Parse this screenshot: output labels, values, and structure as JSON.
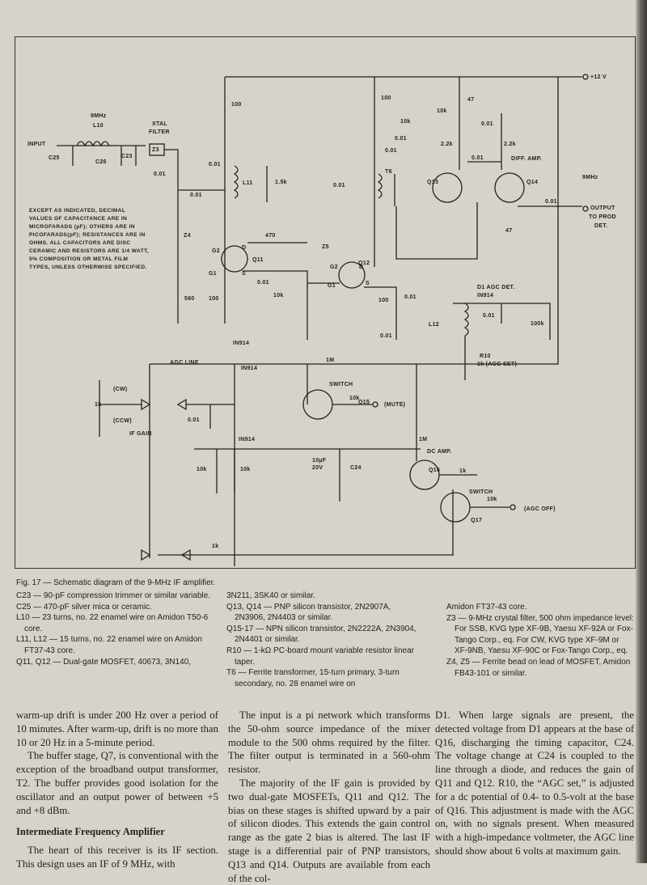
{
  "schematic": {
    "note": "EXCEPT AS INDICATED, DECIMAL VALUES OF CAPACITANCE ARE IN MICROFARADS (µF); OTHERS ARE IN PICOFARADS(pF); RESISTANCES ARE IN OHMS. ALL CAPACITORS ARE DISC CERAMIC AND RESISTORS ARE 1/4 WATT, 5% COMPOSITION OR METAL FILM TYPES, UNLESS OTHERWISE SPECIFIED.",
    "labels": [
      "+12 V",
      "9MHz",
      "L10",
      "XTAL",
      "FILTER",
      "INPUT",
      "C25",
      "C26",
      "C23",
      "Z3",
      "0.01",
      "100",
      "0.01",
      "L11",
      "1.5k",
      "0.01",
      "Z4",
      "G2",
      "G1",
      "Q11",
      "D",
      "S",
      "560",
      "100",
      "0.01",
      "IN914",
      "470",
      "10k",
      "100",
      "0.01",
      "10k",
      "10k",
      "47",
      "0.01",
      "0.01",
      "2.2k",
      "2.2k",
      "0.01",
      "DIFF. AMP.",
      "T6",
      "Q13",
      "Q14",
      "9MHz",
      "0.01",
      "OUTPUT",
      "TO PROD",
      "DET.",
      "47",
      "0.01",
      "Z5",
      "G2",
      "Q12",
      "D",
      "G1",
      "S",
      "100",
      "0.01",
      "0.01",
      "D1 AGC DET.",
      "IN914",
      "0.01",
      "100k",
      "L12",
      "R10",
      "1k (AGC SET)",
      "AGC LINE",
      "1M",
      "IN914",
      "SWITCH",
      "Q15",
      "10k",
      "(MUTE)",
      "(CW)",
      "1k",
      "(CCW)",
      "IF GAIN",
      "0.01",
      "IN914",
      "1M",
      "DC AMP.",
      "10µF",
      "20V",
      "C24",
      "10k",
      "10k",
      "Q16",
      "1k",
      "SWITCH",
      "Q17",
      "10k",
      "(AGC OFF)",
      "1k"
    ]
  },
  "caption": "Fig. 17 — Schematic diagram of the 9-MHz IF amplifier.",
  "parts": [
    [
      "C23 — 90-pF compression trimmer or similar variable.",
      "C25 — 470-pF silver mica or ceramic.",
      "L10 — 23 turns, no. 22 enamel wire on Amidon T50-6 core.",
      "L11, L12 — 15 turns, no. 22 enamel wire on Amidon FT37-43 core.",
      "Q11, Q12 — Dual-gate MOSFET, 40673, 3N140,"
    ],
    [
      "3N211, 3SK40 or similar.",
      "Q13, Q14 — PNP silicon transistor, 2N2907A, 2N3906, 2N4403 or similar.",
      "Q15-17 — NPN silicon transistor, 2N2222A, 2N3904, 2N4401 or similar.",
      "R10 — 1-kΩ PC-board mount variable resistor linear taper.",
      "T6 — Ferrite transformer, 15-turn primary, 3-turn secondary, no. 28 enamel wire on"
    ],
    [
      "Amidon FT37-43 core.",
      "Z3 — 9-MHz crystal filter, 500 ohm impedance level: For SSB, KVG type XF-9B, Yaesu XF-92A or Fox-Tango Corp., eq. For CW, KVG type XF-9M or XF-9NB, Yaesu XF-90C or Fox-Tango Corp., eq.",
      "Z4, Z5 — Ferrite bead on lead of MOSFET, Amidon FB43-101 or similar."
    ]
  ],
  "body": {
    "col1": {
      "p1": "warm-up drift is under 200 Hz over a period of 10 minutes. After warm-up, drift is no more than 10 or 20 Hz in a 5-minute period.",
      "p2": "The buffer stage, Q7, is conventional with the exception of the broadband output transformer, T2. The buffer provides good isolation for the oscillator and an output power of between +5 and +8 dBm.",
      "heading": "Intermediate Frequency Amplifier",
      "p3": "The heart of this receiver is its IF section. This design uses an IF of 9 MHz, with"
    },
    "col2": {
      "p1": "The input is a pi network which transforms the 50-ohm source impedance of the mixer module to the 500 ohms required by the filter. The filter output is terminated in a 560-ohm resistor.",
      "p2": "The majority of the IF gain is provided by two dual-gate MOSFETs, Q11 and Q12. The bias on these stages is shifted upward by a pair of silicon diodes. This extends the gain control range as the gate 2 bias is altered. The last IF stage is a differential pair of PNP transistors, Q13 and Q14. Outputs are available from each of the col-"
    },
    "col3": {
      "p1": "D1. When large signals are present, the detected voltage from D1 appears at the base of Q16, discharging the timing capacitor, C24. The voltage change at C24 is coupled to the line through a diode, and reduces the gain of Q11 and Q12. R10, the “AGC set,” is adjusted for a dc potential of 0.4- to 0.5-volt at the base of Q16. This adjustment is made with the AGC on, with no signals present. When measured with a high-impedance voltmeter, the AGC line should show about 6 volts at maximum gain."
    }
  }
}
